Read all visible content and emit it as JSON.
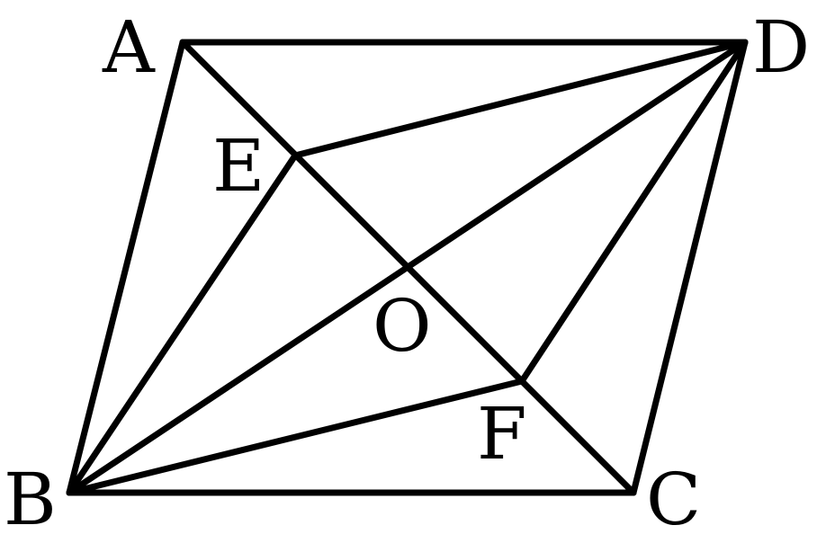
{
  "figure": {
    "type": "geometry-diagram",
    "points": {
      "A": "A",
      "B": "B",
      "C": "C",
      "D": "D",
      "E": "E",
      "F": "F",
      "O": "O"
    },
    "segments": [
      [
        "A",
        "D"
      ],
      [
        "A",
        "B"
      ],
      [
        "B",
        "C"
      ],
      [
        "C",
        "D"
      ],
      [
        "A",
        "C"
      ],
      [
        "B",
        "D"
      ],
      [
        "B",
        "E"
      ],
      [
        "E",
        "D"
      ],
      [
        "B",
        "F"
      ],
      [
        "F",
        "D"
      ]
    ],
    "colors": {
      "stroke": "#000000",
      "background": "#ffffff"
    }
  }
}
